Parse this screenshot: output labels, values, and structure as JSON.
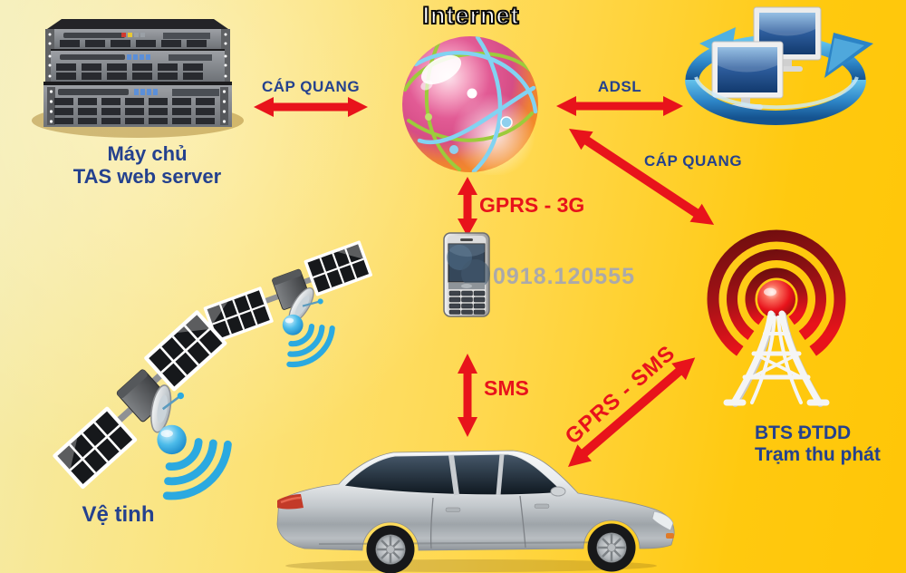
{
  "diagram": {
    "title": "Internet",
    "server": {
      "line1": "Máy chủ",
      "line2": "TAS web server"
    },
    "bts": {
      "line1": "BTS ĐTDD",
      "line2": "Trạm thu phát"
    },
    "satellite": {
      "label": "Vệ tinh"
    },
    "phone": {
      "number": "0918.120555"
    },
    "links": {
      "cap_quang_left": "CÁP QUANG",
      "adsl": "ADSL",
      "cap_quang_right": "CÁP QUANG",
      "gprs_3g": "GPRS - 3G",
      "sms": "SMS",
      "gprs_sms": "GPRS - SMS"
    },
    "colors": {
      "arrow_red": "#E8131B",
      "label_blue": "#24418E",
      "number_gray": "#ABA9AA",
      "background_gold": "#FFC80D",
      "background_pale": "#F7F0BE",
      "signal_blue": "#2BA9E0"
    }
  }
}
